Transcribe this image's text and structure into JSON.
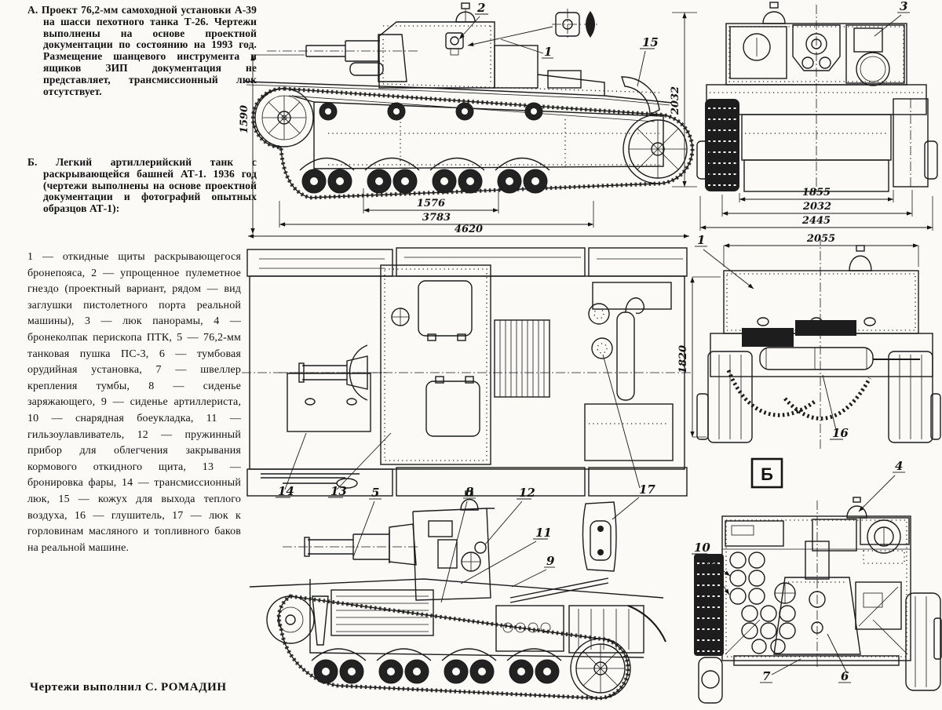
{
  "page": {
    "credit": "Чертежи выполнил С. РОМАДИН"
  },
  "notes": {
    "para_a": "А. Проект 76,2-мм самоходной установки А-39 на шасси пехотного танка Т-26. Чертежи выполнены на основе проектной документации по состоянию на 1993 год. Размещение шанцевого инструмента и ящиков ЗИП документация не представляет, трансмиссионный люк отсутствует.",
    "para_b": "Б. Легкий артиллерийский танк с раскрывающейся башней АТ-1. 1936 год (чертежи выполнены на основе проектной документации и фотографий опытных образцов АТ-1):",
    "legend": "1 — откидные щиты раскрывающегося бронепояса, 2 — упрощенное пулеметное гнездо (проектный вариант, рядом — вид заглушки пистолетного порта реальной машины), 3 — люк панорамы, 4 — бронеколпак перископа ПТК, 5 — 76,2-мм танковая пушка ПС-3, 6 — тумбовая орудийная установка, 7 — швеллер крепления тумбы, 8 — сиденье заряжающего, 9 — сиденье артиллериста, 10 — снарядная боеукладка, 11 — гильзоулавливатель, 12 — пружинный прибор для облегчения закрывания кормового откидного щита, 13 — бронировка фары, 14 — трансмиссионный люк, 15 — кожух для выхода теплого воздуха, 16 — глушитель, 17 — люк к горловинам масляного и топливного баков на реальной машине."
  },
  "drawings": {
    "a39_side": {
      "dim_gun_height": "1590",
      "dim_overall_height": "2032",
      "dim_bogie_base": "1576",
      "dim_track_length": "3783",
      "dim_overall_length": "4620",
      "callout_hull": "1",
      "callout_mg_nest": "2",
      "callout_air_cowl": "15"
    },
    "a39_rear": {
      "dim_hull_width": "1855",
      "dim_track_width": "2032",
      "dim_overall_width": "2445",
      "callout_panorama_hatch": "3"
    },
    "plan": {
      "callout_transmission_hatch": "14",
      "callout_headlight_armor": "13",
      "callout_filler_hatch": "17"
    },
    "at1_rear": {
      "dim_width": "2055",
      "dim_height": "1820",
      "section_label": "Б",
      "callout_shield": "1",
      "callout_muffler": "16",
      "callout_periscope_cap": "4"
    },
    "at1_cutaway": {
      "callout_gun": "5",
      "callout_loader_seat": "8",
      "callout_spring_device": "12",
      "callout_case_catcher": "11",
      "callout_gunner_seat": "9"
    },
    "at1_interior": {
      "callout_ammo_rack": "10",
      "callout_channel": "7",
      "callout_pedestal": "6"
    }
  }
}
